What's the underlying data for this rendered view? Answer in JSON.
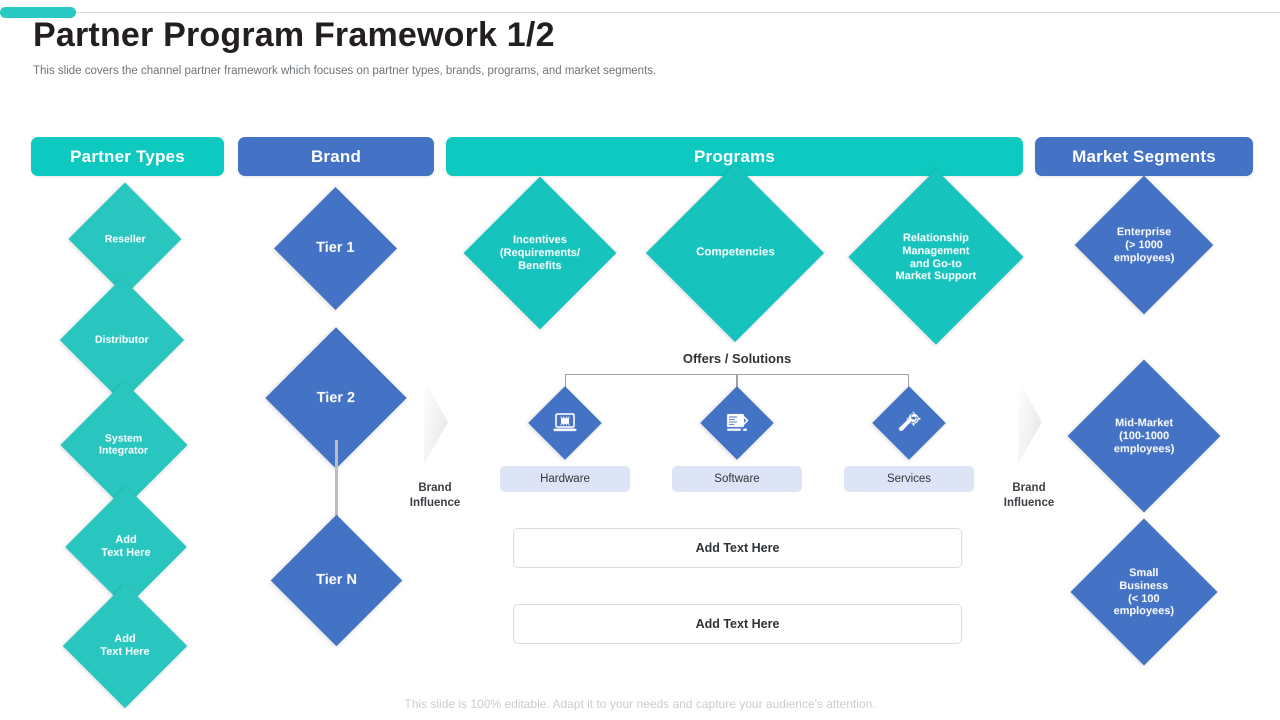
{
  "header": {
    "title": "Partner Program Framework 1/2",
    "subtitle": "This slide covers the channel partner framework which focuses on partner types, brands, programs, and market segments."
  },
  "colors": {
    "teal": "#0ec9c0",
    "teal_diamond": "#29c6c0",
    "blue": "#4472c4",
    "pill": "#dde4f6",
    "title_text": "#231f20",
    "subtitle_text": "#6f7479",
    "footer_text": "#c9ccd0"
  },
  "columns": {
    "partner_types": {
      "header": "Partner Types",
      "items": [
        {
          "label": "Reseller"
        },
        {
          "label": "Distributor"
        },
        {
          "label": "System\nIntegrator"
        },
        {
          "label": "Add\nText Here"
        },
        {
          "label": "Add\nText Here"
        }
      ]
    },
    "brand": {
      "header": "Brand",
      "items": [
        {
          "label": "Tier 1"
        },
        {
          "label": "Tier 2"
        },
        {
          "label": "Tier N"
        }
      ]
    },
    "programs": {
      "header": "Programs",
      "items": [
        {
          "label": "Incentives\n(Requirements/\nBenefits"
        },
        {
          "label": "Competencies"
        },
        {
          "label": "Relationship\nManagement\nand Go-to\nMarket Support"
        }
      ],
      "offers": {
        "title": "Offers / Solutions",
        "nodes": [
          {
            "label": "Hardware",
            "icon": "hardware-chip-laptop-icon"
          },
          {
            "label": "Software",
            "icon": "software-code-window-icon"
          },
          {
            "label": "Services",
            "icon": "services-wrench-gear-icon"
          }
        ]
      },
      "add_text_boxes": [
        {
          "label": "Add Text Here"
        },
        {
          "label": "Add Text Here"
        }
      ]
    },
    "market_segments": {
      "header": "Market Segments",
      "items": [
        {
          "label": "Enterprise\n(> 1000\nemployees)"
        },
        {
          "label": "Mid-Market\n(100-1000\nemployees)"
        },
        {
          "label": "Small\nBusiness\n(< 100\nemployees)"
        }
      ]
    }
  },
  "brand_influence": {
    "left_label": "Brand\nInfluence",
    "right_label": "Brand\nInfluence"
  },
  "footer": {
    "note": "This slide is 100% editable. Adapt it to your needs and capture your audience's attention."
  }
}
